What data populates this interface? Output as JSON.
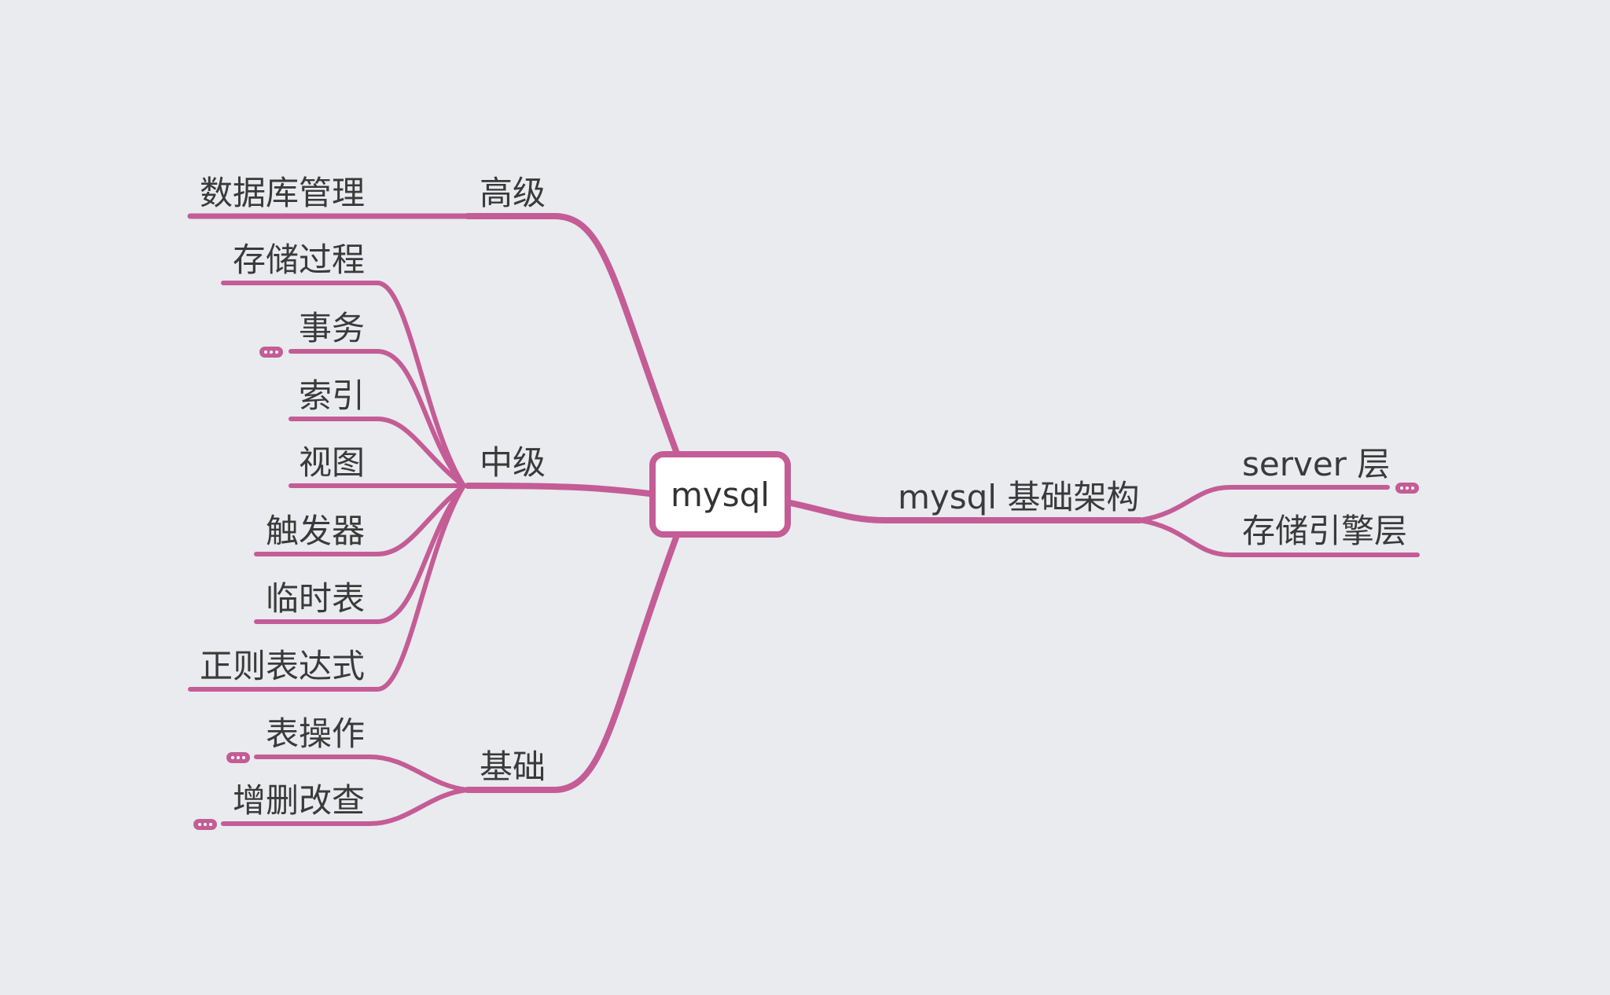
{
  "theme": {
    "branch_color": "#c45c96",
    "background": "#e9ebee",
    "text_color": "#3a3a3a"
  },
  "root": {
    "label": "mysql"
  },
  "branches": {
    "advanced": {
      "label": "高级",
      "children": [
        "数据库管理"
      ]
    },
    "intermediate": {
      "label": "中级",
      "children": [
        "存储过程",
        "事务",
        "索引",
        "视图",
        "触发器",
        "临时表",
        "正则表达式"
      ]
    },
    "basic": {
      "label": "基础",
      "children": [
        "表操作",
        "增删改查"
      ]
    },
    "architecture": {
      "label": "mysql 基础架构",
      "children": [
        "server 层",
        "存储引擎层"
      ]
    }
  },
  "collapsed_icon": "ellipsis-icon"
}
